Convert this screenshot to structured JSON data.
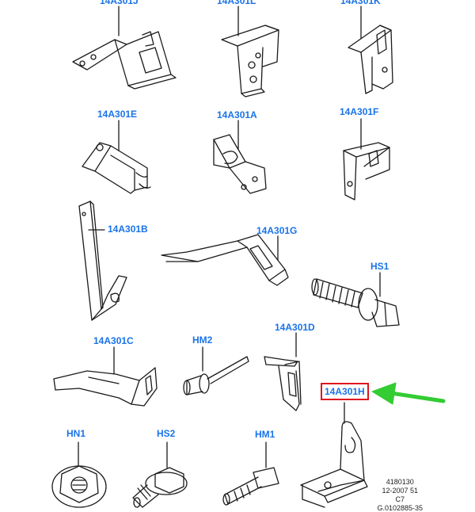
{
  "parts": [
    {
      "id": "14A301J",
      "label": "14A301J",
      "highlighted": false
    },
    {
      "id": "14A301L",
      "label": "14A301L",
      "highlighted": false
    },
    {
      "id": "14A301K",
      "label": "14A301K",
      "highlighted": false
    },
    {
      "id": "14A301E",
      "label": "14A301E",
      "highlighted": false
    },
    {
      "id": "14A301A",
      "label": "14A301A",
      "highlighted": false
    },
    {
      "id": "14A301F",
      "label": "14A301F",
      "highlighted": false
    },
    {
      "id": "14A301B",
      "label": "14A301B",
      "highlighted": false
    },
    {
      "id": "14A301G",
      "label": "14A301G",
      "highlighted": false
    },
    {
      "id": "HS1",
      "label": "HS1",
      "highlighted": false
    },
    {
      "id": "14A301C",
      "label": "14A301C",
      "highlighted": false
    },
    {
      "id": "HM2",
      "label": "HM2",
      "highlighted": false
    },
    {
      "id": "14A301D",
      "label": "14A301D",
      "highlighted": false
    },
    {
      "id": "14A301H",
      "label": "14A301H",
      "highlighted": true
    },
    {
      "id": "HN1",
      "label": "HN1",
      "highlighted": false
    },
    {
      "id": "HS2",
      "label": "HS2",
      "highlighted": false
    },
    {
      "id": "HM1",
      "label": "HM1",
      "highlighted": false
    }
  ],
  "drawing_info": {
    "line1": "4180130",
    "line2": "12-2007 51",
    "line3": "C7",
    "line4": "G.0102885-35"
  },
  "colors": {
    "label": "#1a73e8",
    "highlight_box": "#e0141e",
    "arrow": "#33cc33",
    "linework": "#1a1a1a"
  }
}
